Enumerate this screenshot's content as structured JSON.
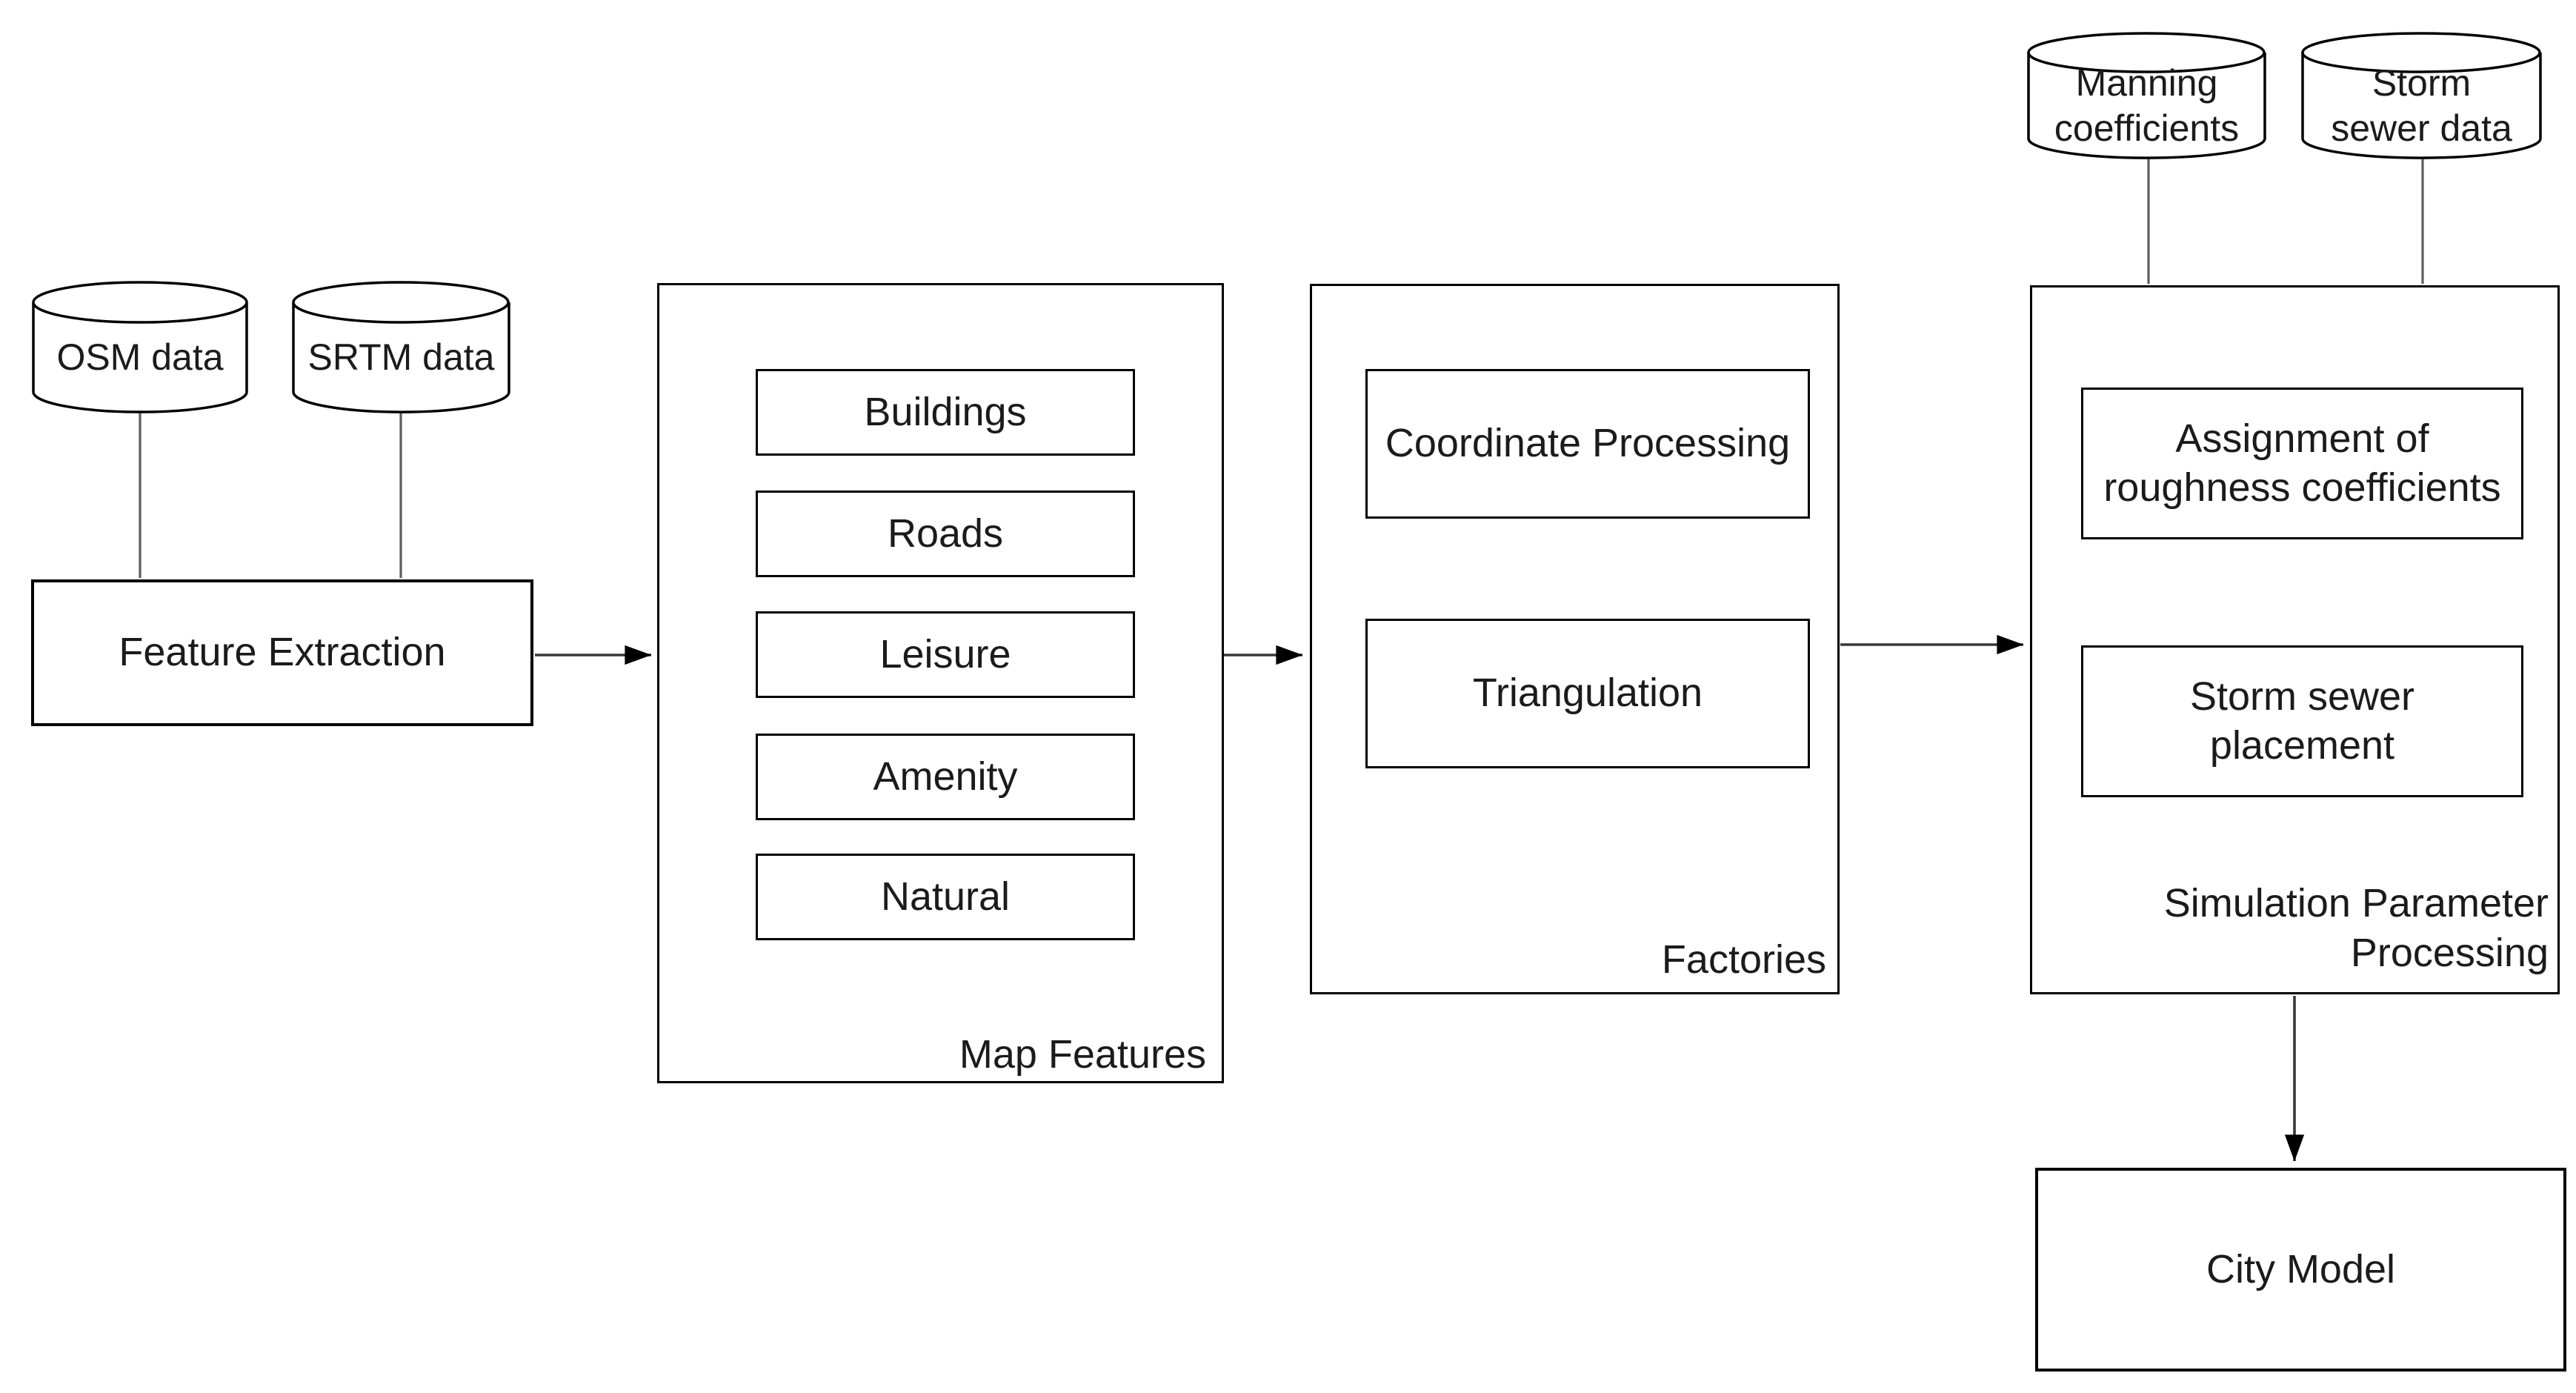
{
  "title": "City model generation pipeline diagram",
  "colors": {
    "background": "#ffffff",
    "stroke": "#000000",
    "connector": "#5d5d5d",
    "text": "#1b1b1b"
  },
  "datastores": {
    "osm": {
      "label": "OSM data"
    },
    "srtm": {
      "label": "SRTM data"
    },
    "manning": {
      "label": "Manning\ncoefficients"
    },
    "storm_sewer": {
      "label": "Storm\nsewer data"
    }
  },
  "nodes": {
    "feature_extraction": {
      "label": "Feature Extraction"
    },
    "coordinate_processing": {
      "label": "Coordinate Processing"
    },
    "triangulation": {
      "label": "Triangulation"
    },
    "assignment_roughness": {
      "label": "Assignment of\nroughness coefficients"
    },
    "storm_sewer_placement": {
      "label": "Storm sewer\nplacement"
    },
    "city_model": {
      "label": "City Model"
    }
  },
  "containers": {
    "map_features": {
      "label": "Map Features",
      "items": [
        "Buildings",
        "Roads",
        "Leisure",
        "Amenity",
        "Natural"
      ]
    },
    "factories": {
      "label": "Factories"
    },
    "simulation": {
      "label": "Simulation Parameter\nProcessing"
    }
  }
}
